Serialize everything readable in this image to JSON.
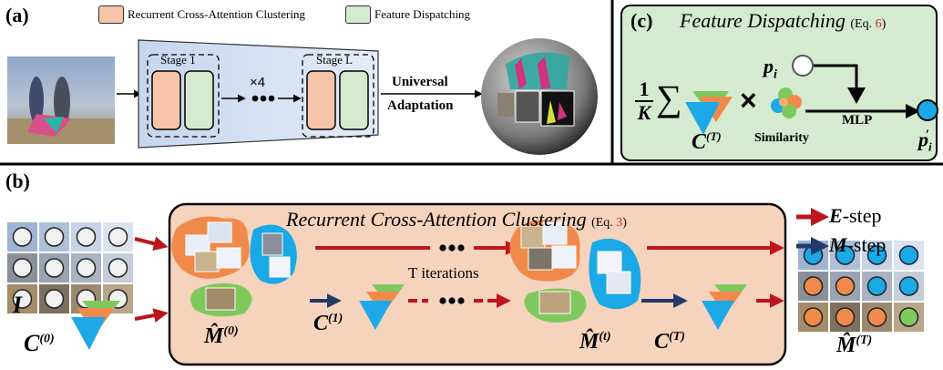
{
  "panel_a": {
    "label": "(a)",
    "legend": [
      {
        "text": "Recurrent Cross-Attention Clustering",
        "color": "#f6c4a8"
      },
      {
        "text": "Feature Dispatching",
        "color": "#d4ebcf"
      }
    ],
    "stage_first": "Stage 1",
    "stage_last": "Stage L",
    "repeat": "×4",
    "adaptation_line1": "Universal",
    "adaptation_line2": "Adaptation"
  },
  "panel_c": {
    "label": "(c)",
    "title": "Feature Dispatching",
    "eq_prefix": "(Eq. ",
    "eq_num": "6",
    "eq_suffix": ")",
    "frac_num": "1",
    "frac_den": "K",
    "sum": "∑",
    "times": "×",
    "p_i": "p",
    "p_i_sub": "i",
    "p_prime": "p",
    "p_prime_sub": "i",
    "p_prime_sup": "′",
    "mlp": "MLP",
    "similarity": "Similarity",
    "c_T": "C",
    "c_T_sup": "(T)"
  },
  "panel_b": {
    "label": "(b)",
    "title": "Recurrent Cross-Attention Clustering",
    "eq_prefix": "(Eq. ",
    "eq_num": "3",
    "eq_suffix": ")",
    "iterations": "T iterations",
    "ellipsis": "•••",
    "input_I": "I",
    "c0": "C",
    "c0_sup": "(0)",
    "c1": "C",
    "c1_sup": "(1)",
    "cT": "C",
    "cT_sup": "(T)",
    "m0": "M̂",
    "m0_sup": "(0)",
    "mt": "M̂",
    "mt_sup": "(t)",
    "mT": "M̂",
    "mT_sup": "(T)",
    "e_step": "E",
    "e_step_suffix": "-step",
    "m_step": "M",
    "m_step_suffix": "-step"
  },
  "colors": {
    "e_arrow": "#c0141b",
    "m_arrow": "#233a6b",
    "orange": "#f6c4a8",
    "green": "#d4ebcf",
    "blue_token": "#1aa8e6",
    "red_eq": "#d42020"
  }
}
